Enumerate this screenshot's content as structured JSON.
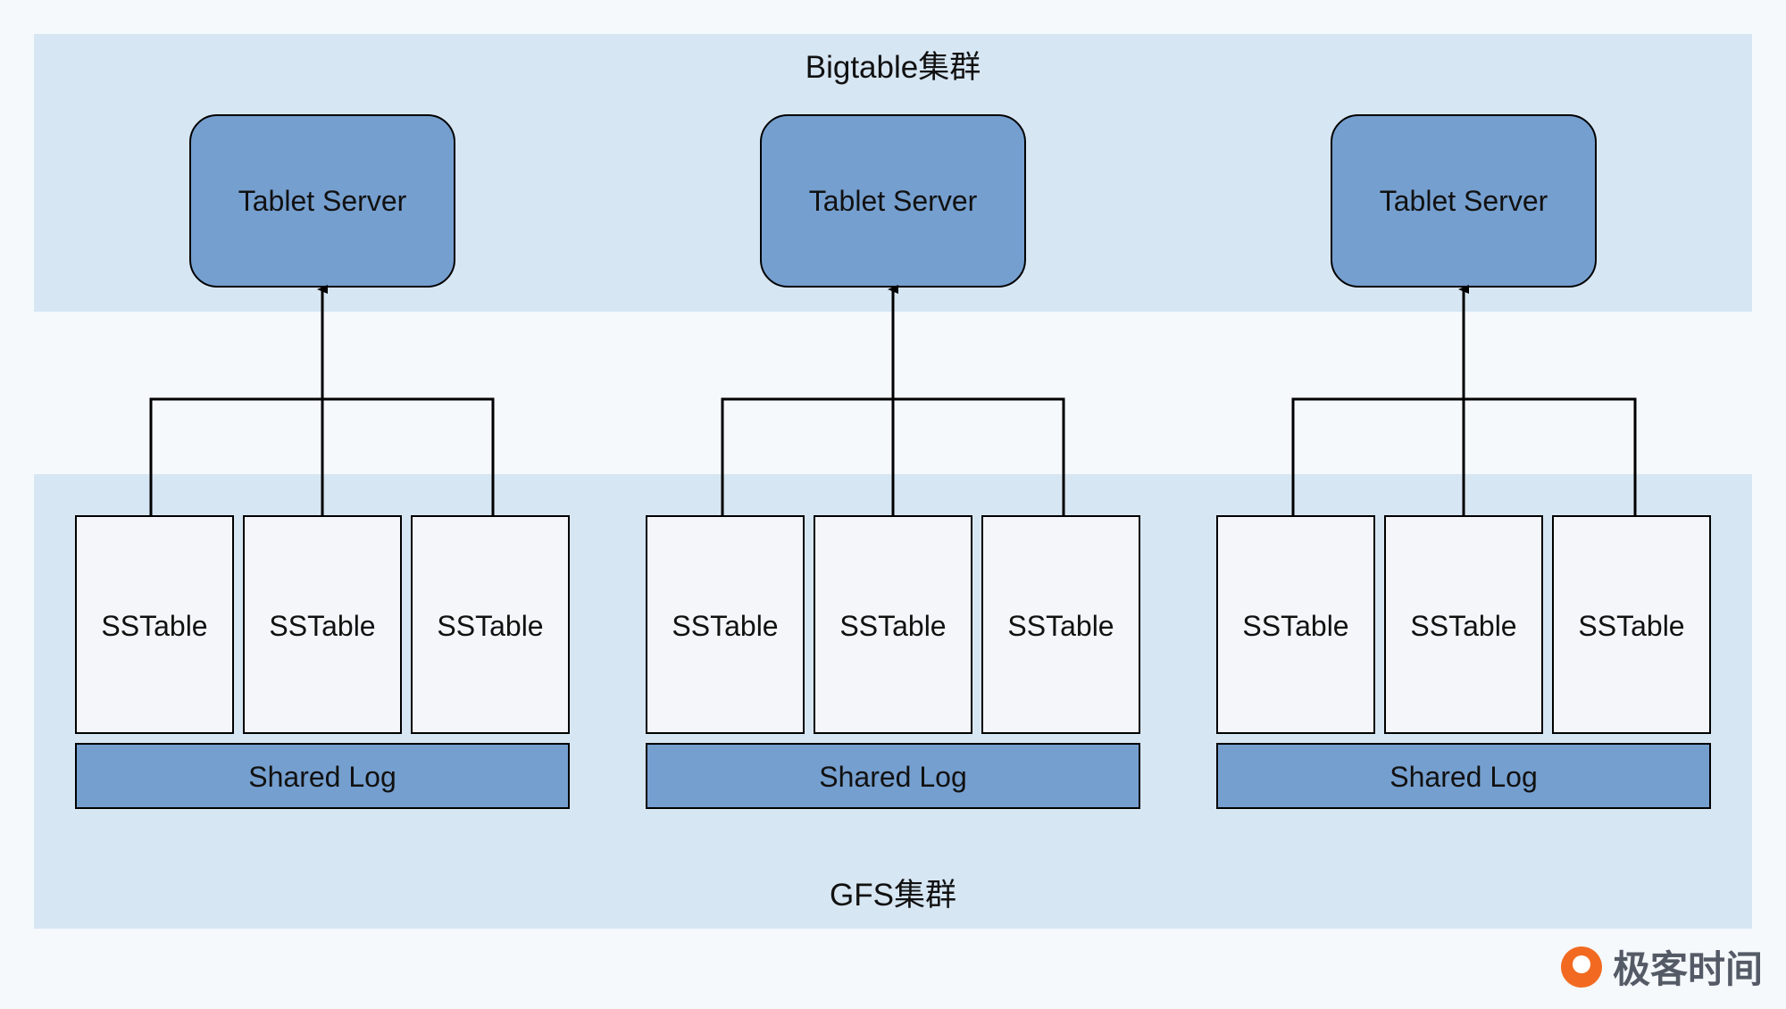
{
  "diagram": {
    "top_cluster_label": "Bigtable集群",
    "bottom_cluster_label": "GFS集群",
    "groups": [
      {
        "server_label": "Tablet Server",
        "sstables": [
          "SSTable",
          "SSTable",
          "SSTable"
        ],
        "log_label": "Shared Log"
      },
      {
        "server_label": "Tablet Server",
        "sstables": [
          "SSTable",
          "SSTable",
          "SSTable"
        ],
        "log_label": "Shared Log"
      },
      {
        "server_label": "Tablet Server",
        "sstables": [
          "SSTable",
          "SSTable",
          "SSTable"
        ],
        "log_label": "Shared Log"
      }
    ]
  },
  "brand": {
    "name": "极客时间",
    "logo_icon": "geektime-logo-icon"
  },
  "colors": {
    "cluster_band": "#d7e6f3",
    "server_fill": "#759fcf",
    "sstable_fill": "#f4f6f9",
    "log_fill": "#759fcf",
    "stroke": "#000000",
    "brand_orange": "#f26a21"
  }
}
